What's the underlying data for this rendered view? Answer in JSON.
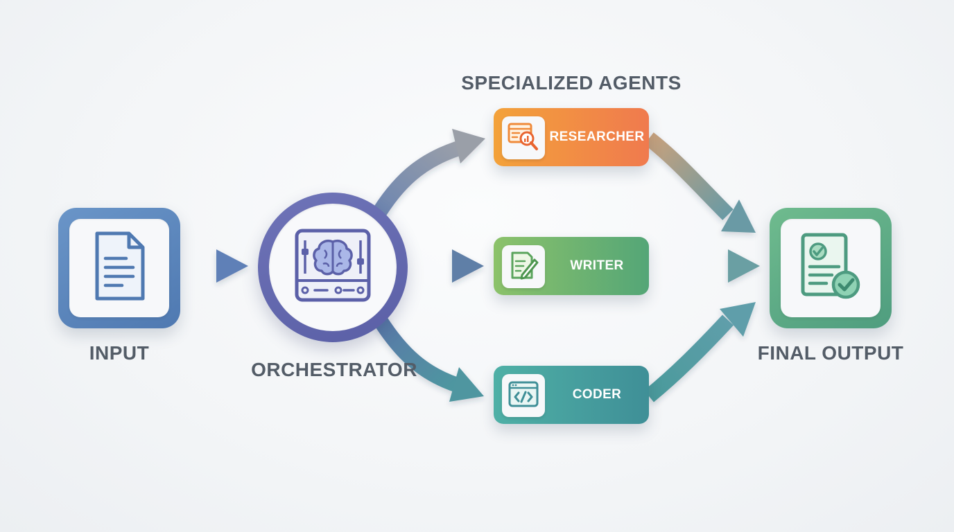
{
  "diagram": {
    "title": "SPECIALIZED AGENTS",
    "nodes": {
      "input": {
        "label": "INPUT",
        "icon": "document-icon",
        "color": "#5b87bf"
      },
      "orchestrator": {
        "label": "ORCHESTRATOR",
        "icon": "brain-control-panel-icon",
        "color": "#6468ad"
      },
      "researcher": {
        "label": "RESEARCHER",
        "icon": "research-magnifier-icon",
        "color_from": "#f3a23a",
        "color_to": "#f07055"
      },
      "writer": {
        "label": "WRITER",
        "icon": "document-pen-icon",
        "color_from": "#8cc26a",
        "color_to": "#54a677"
      },
      "coder": {
        "label": "CODER",
        "icon": "code-window-icon",
        "color_from": "#4fb0a6",
        "color_to": "#3f8f97"
      },
      "final_output": {
        "label": "FINAL OUTPUT",
        "icon": "checked-document-icon",
        "color": "#59ab87"
      }
    },
    "edges": [
      {
        "from": "input",
        "to": "orchestrator"
      },
      {
        "from": "orchestrator",
        "to": "researcher"
      },
      {
        "from": "orchestrator",
        "to": "writer"
      },
      {
        "from": "orchestrator",
        "to": "coder"
      },
      {
        "from": "researcher",
        "to": "final_output"
      },
      {
        "from": "writer",
        "to": "final_output"
      },
      {
        "from": "coder",
        "to": "final_output"
      }
    ]
  }
}
